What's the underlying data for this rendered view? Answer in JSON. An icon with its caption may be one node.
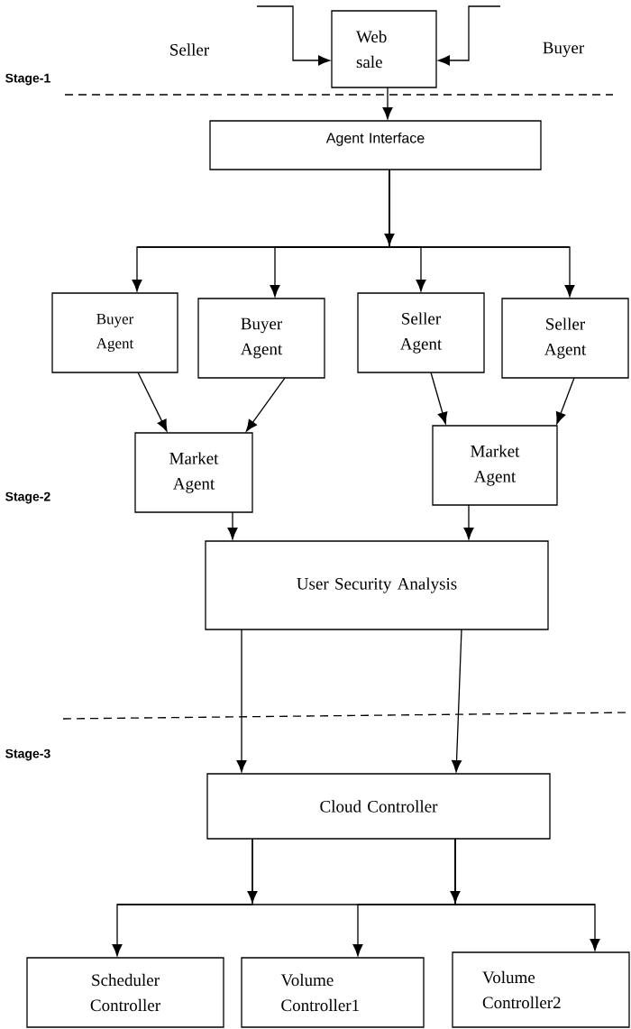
{
  "diagram": {
    "nodes": [
      {
        "text": [
          "Web sale"
        ]
      },
      {
        "text": [
          "Agent Interface"
        ]
      },
      {
        "text": [
          "Buyer Agent"
        ]
      },
      {
        "text": [
          "Buyer Agent"
        ]
      },
      {
        "text": [
          "Seller Agent"
        ]
      },
      {
        "text": [
          "Seller Agent"
        ]
      },
      {
        "text": [
          "Market Agent"
        ]
      },
      {
        "text": [
          "Market Agent"
        ]
      },
      {
        "text": [
          "User Security Analysis"
        ]
      },
      {
        "text": [
          "Cloud Controller"
        ]
      },
      {
        "text": [
          "Scheduler Controller"
        ]
      },
      {
        "text": [
          "Volume Controller1"
        ]
      },
      {
        "text": [
          "Volume Controller2"
        ]
      }
    ],
    "edges": [
      {
        "from": null,
        "to": 0,
        "arrow": "to"
      },
      {
        "from": null,
        "to": 0,
        "arrow": "to"
      },
      {
        "from": 0,
        "to": 1,
        "arrow": "to"
      },
      {
        "from": 1,
        "to": 2,
        "arrow": "to"
      },
      {
        "from": 1,
        "to": 3,
        "arrow": "to"
      },
      {
        "from": 1,
        "to": 4,
        "arrow": "to"
      },
      {
        "from": 1,
        "to": 5,
        "arrow": "to"
      },
      {
        "from": 2,
        "to": 6,
        "arrow": "to"
      },
      {
        "from": 3,
        "to": 6,
        "arrow": "to"
      },
      {
        "from": 4,
        "to": 7,
        "arrow": "to"
      },
      {
        "from": 5,
        "to": 7,
        "arrow": "to"
      },
      {
        "from": 6,
        "to": 8,
        "arrow": "to"
      },
      {
        "from": 7,
        "to": 8,
        "arrow": "to"
      },
      {
        "from": 8,
        "to": 9,
        "arrow": "to"
      },
      {
        "from": 8,
        "to": 9,
        "arrow": "to"
      },
      {
        "from": 9,
        "to": 10,
        "arrow": "to"
      },
      {
        "from": 9,
        "to": 11,
        "arrow": "to"
      },
      {
        "from": 9,
        "to": 12,
        "arrow": "to"
      }
    ],
    "labels": [
      "Seller",
      "Buyer",
      "Stage-1",
      "Stage-2",
      "Stage-3"
    ]
  }
}
